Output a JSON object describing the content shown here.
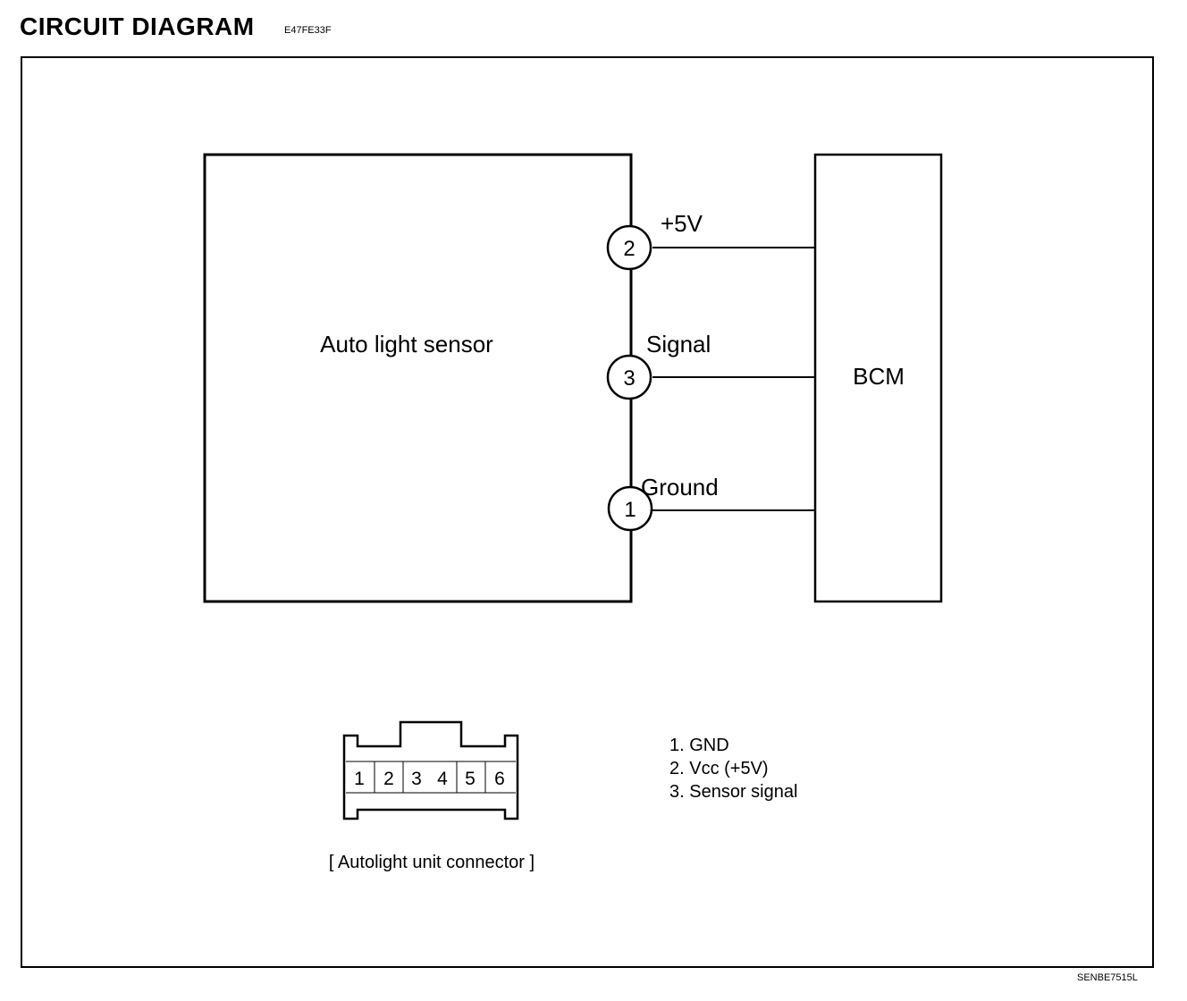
{
  "header": {
    "title": "CIRCUIT  DIAGRAM",
    "code": "E47FE33F"
  },
  "diagram": {
    "sensor_label": "Auto light sensor",
    "bcm_label": "BCM",
    "pins": [
      {
        "number": "2",
        "label": "+5V"
      },
      {
        "number": "3",
        "label": "Signal"
      },
      {
        "number": "1",
        "label": "Ground"
      }
    ]
  },
  "connector": {
    "cells": [
      "1",
      "2",
      "3",
      "4",
      "5",
      "6"
    ],
    "caption": "[ Autolight unit connector ]"
  },
  "pin_list": [
    "1. GND",
    "2. Vcc (+5V)",
    "3. Sensor signal"
  ],
  "footer": {
    "code": "SENBE7515L"
  }
}
